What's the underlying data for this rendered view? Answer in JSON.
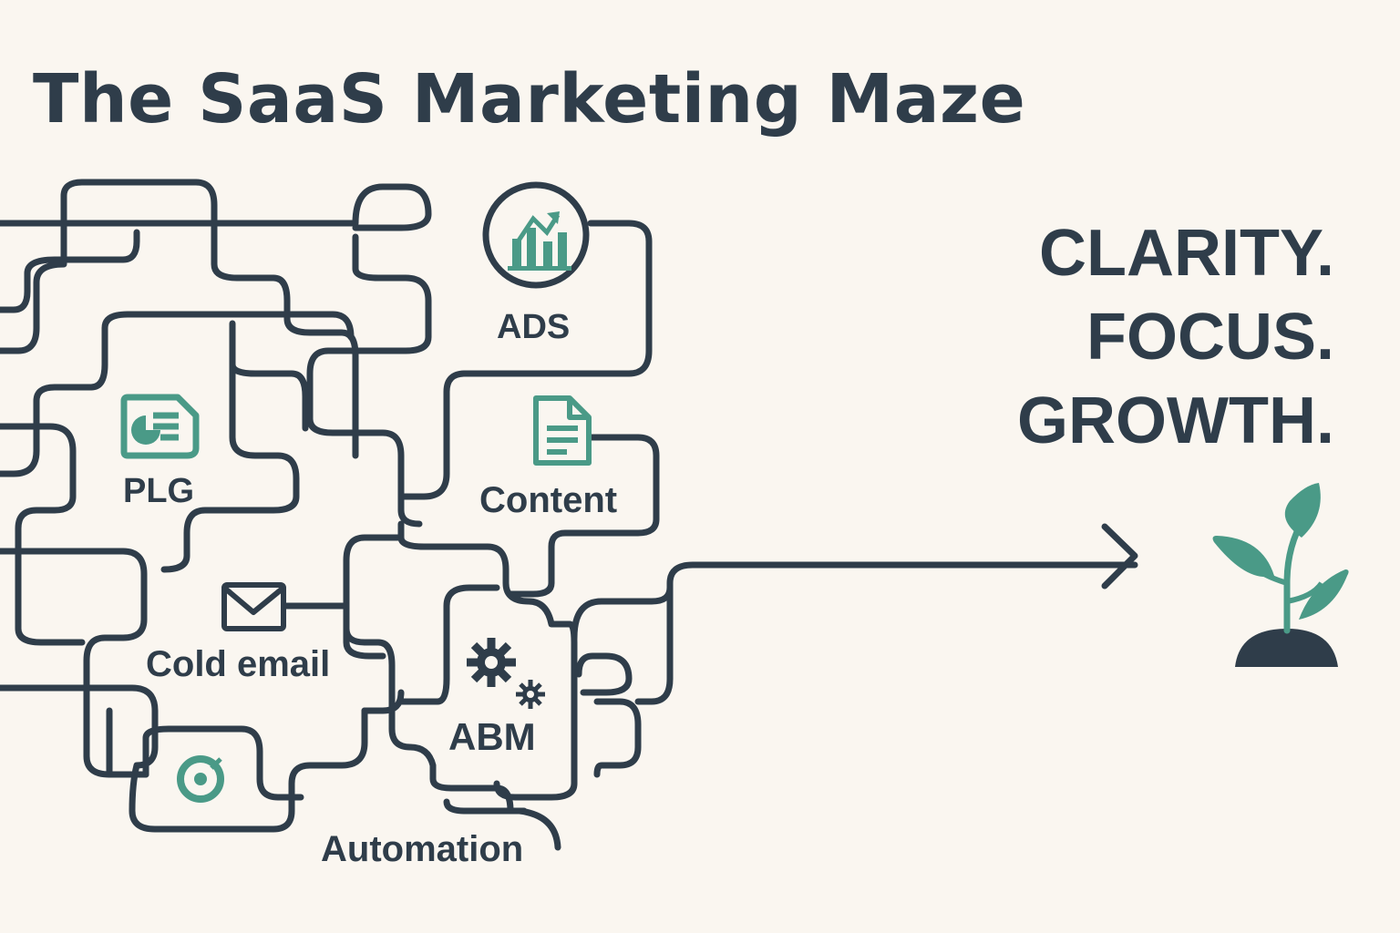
{
  "title": "The SaaS Marketing Maze",
  "channels": {
    "ads": "ADS",
    "plg": "PLG",
    "content": "Content",
    "cold_email": "Cold email",
    "abm": "ABM",
    "automation": "Automation"
  },
  "slogan": [
    "CLARITY.",
    "FOCUS.",
    "GROWTH."
  ],
  "icons": {
    "ads": "bar-chart-up-icon",
    "plg": "pie-chart-icon",
    "content": "document-icon",
    "cold_email": "envelope-icon",
    "abm": "gears-icon",
    "automation": "target-icon",
    "growth": "sprout-icon"
  },
  "colors": {
    "background": "#faf6f0",
    "ink": "#2f3d4a",
    "accent": "#4a9a87"
  }
}
